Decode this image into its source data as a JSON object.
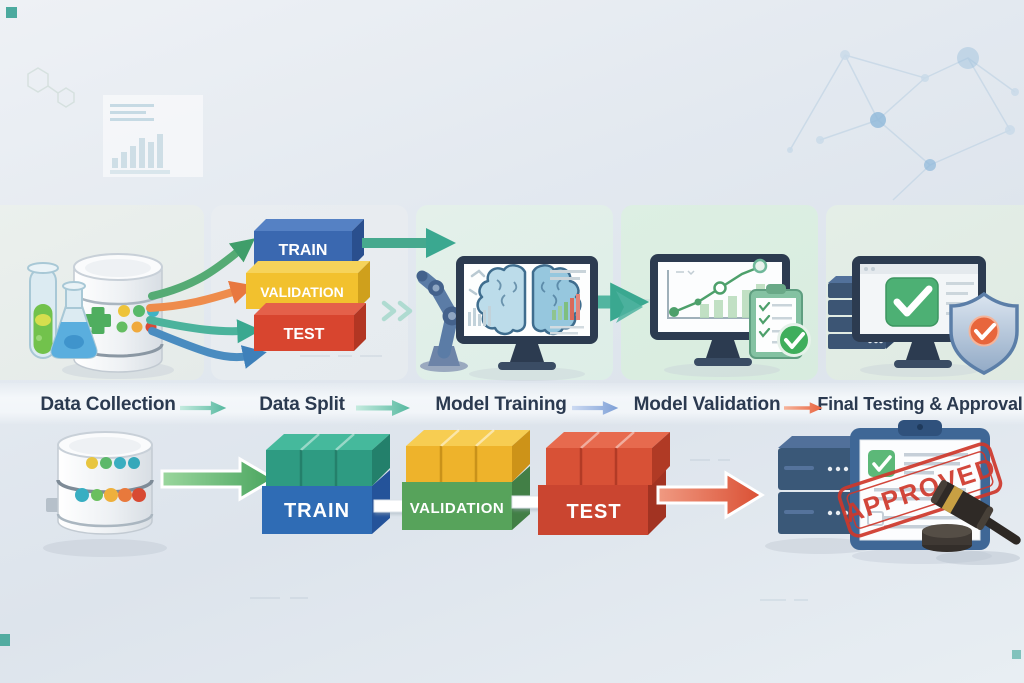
{
  "stage_labels": [
    "Data Collection",
    "Data Split",
    "Model Training",
    "Model Validation",
    "Final Testing & Approval"
  ],
  "split_blocks": [
    "TRAIN",
    "VALIDATION",
    "TEST"
  ],
  "bottom_blocks": [
    "TRAIN",
    "VALIDATION",
    "TEST"
  ],
  "stamp_label": "APPROVED",
  "palette": {
    "background_top": "#eef1f5",
    "background_bottom": "#e8eef3",
    "label_text": "#2b3a50",
    "teal_arrow": "#4fb39a",
    "blue_arrow": "#7d9fd6",
    "orange_arrow": "#e8613c",
    "train_blue": "#3a68b0",
    "validation_yellow": "#f2c12e",
    "test_red": "#d8452f",
    "train_top_teal": "#2e9b82",
    "validation_base_green": "#57a35b",
    "check_green": "#4db074",
    "approved_red": "#cf382b",
    "shield_badge_orange": "#e8663c",
    "server_navy": "#3a5878",
    "monitor_bezel": "#2c3b50"
  },
  "icons": {
    "stage_1": [
      "test-tube-icon",
      "flask-icon",
      "database-icon",
      "fan-arrows-icon"
    ],
    "stage_2": [
      "train-block",
      "validation-block",
      "test-block",
      "chevrons-icon"
    ],
    "stage_3": [
      "robot-arm-icon",
      "monitor-icon",
      "brain-icon",
      "mini-bar-chart-icon"
    ],
    "stage_4": [
      "monitor-icon",
      "line-chart-icon",
      "clipboard-icon",
      "check-badge-icon"
    ],
    "stage_5": [
      "server-rack-icon",
      "monitor-icon",
      "check-icon",
      "shield-icon"
    ],
    "bottom_row": [
      "database-icon",
      "train-block",
      "validation-block",
      "test-block",
      "server-icon",
      "clipboard-icon",
      "approved-stamp",
      "gavel-icon"
    ]
  }
}
